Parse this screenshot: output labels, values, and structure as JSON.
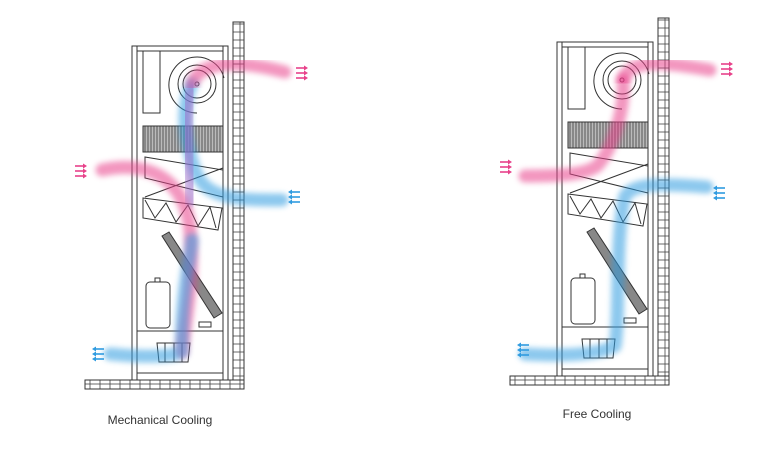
{
  "diagrams": [
    {
      "caption": "Mechanical Cooling",
      "mode": "mechanical"
    },
    {
      "caption": "Free Cooling",
      "mode": "free"
    }
  ],
  "colors": {
    "warm_air": "#e8418a",
    "cool_air": "#2f9be0",
    "line": "#333333",
    "coil": "#8a8a8a"
  }
}
